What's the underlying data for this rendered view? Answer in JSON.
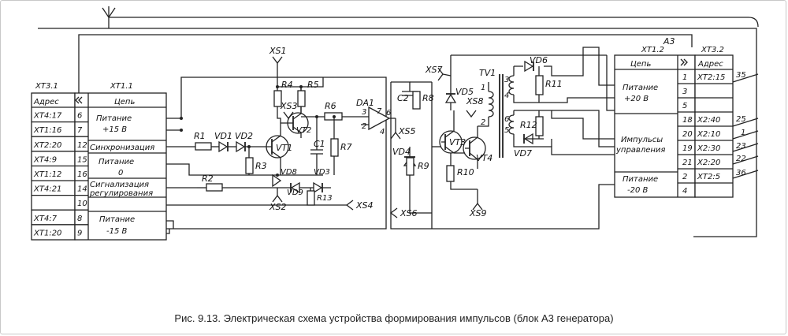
{
  "caption": "Рис. 9.13. Электрическая схема устройства формирования импульсов (блок А3 генератора)",
  "block_label": "А3",
  "connectors": {
    "xt3_1": {
      "title": "XT3.1",
      "header": "Адрес",
      "rows": [
        "XT4:17",
        "XT1:16",
        "XT2:20",
        "XT4:9",
        "XT1:12",
        "XT4:21",
        "",
        "XT4:7",
        "XT1:20"
      ]
    },
    "xt1_1": {
      "title": "XT1.1",
      "header": "Цепь",
      "pins": [
        "6",
        "7",
        "12",
        "15",
        "16",
        "14",
        "10",
        "8",
        "9"
      ],
      "groups": [
        {
          "line1": "Питание",
          "line2": "+15 В"
        },
        {
          "line1": "Синхронизация",
          "line2": ""
        },
        {
          "line1": "Питание",
          "line2": "0"
        },
        {
          "line1": "Сигнализация",
          "line2": "регулирования"
        },
        {
          "line1": "Питание",
          "line2": "-15 В"
        }
      ]
    },
    "xt1_2": {
      "title": "XT1.2",
      "header": "Цепь",
      "pins": [
        "1",
        "3",
        "5",
        "18",
        "20",
        "19",
        "21",
        "2",
        "4"
      ],
      "groups": [
        {
          "line1": "Питание",
          "line2": "+20 В"
        },
        {
          "line1": "Импульсы",
          "line2": "управления"
        },
        {
          "line1": "Питание",
          "line2": "-20 В"
        }
      ]
    },
    "xt3_2": {
      "title": "XT3.2",
      "header": "Адрес",
      "rows": [
        "XT2:15",
        "",
        "",
        "X2:40",
        "X2:10",
        "X2:30",
        "X2:20",
        "XT2:5",
        ""
      ]
    }
  },
  "components": {
    "transistors": [
      "VT1",
      "VT2",
      "VT3",
      "VT4"
    ],
    "diodes": [
      "VD1",
      "VD2",
      "VD3",
      "VD4",
      "VD5",
      "VD6",
      "VD7",
      "VD8",
      "VD9"
    ],
    "resistors": [
      "R1",
      "R2",
      "R3",
      "R4",
      "R5",
      "R6",
      "R7",
      "R8",
      "R9",
      "R10",
      "R11",
      "R12",
      "R13"
    ],
    "capacitors": [
      "C1",
      "C2"
    ],
    "op_amp": "DA1",
    "transformer": "TV1",
    "test_points": [
      "XS1",
      "XS2",
      "XS3",
      "XS4",
      "XS5",
      "XS6",
      "XS7",
      "XS8",
      "XS9"
    ]
  },
  "extra_labels": {
    "da1_pin3": "3",
    "da1_pin2": "2",
    "da1_pin7": "7",
    "da1_pin6": "6",
    "da1_pin4": "4",
    "tv1_pin1": "1",
    "tv1_pin2": "2",
    "tv1_pin3": "3",
    "tv1_pin4": "4",
    "tv1_pin5": "5",
    "tv1_pin6": "6"
  },
  "wire_numbers": [
    "35",
    "25",
    "1",
    "23",
    "22",
    "36"
  ]
}
